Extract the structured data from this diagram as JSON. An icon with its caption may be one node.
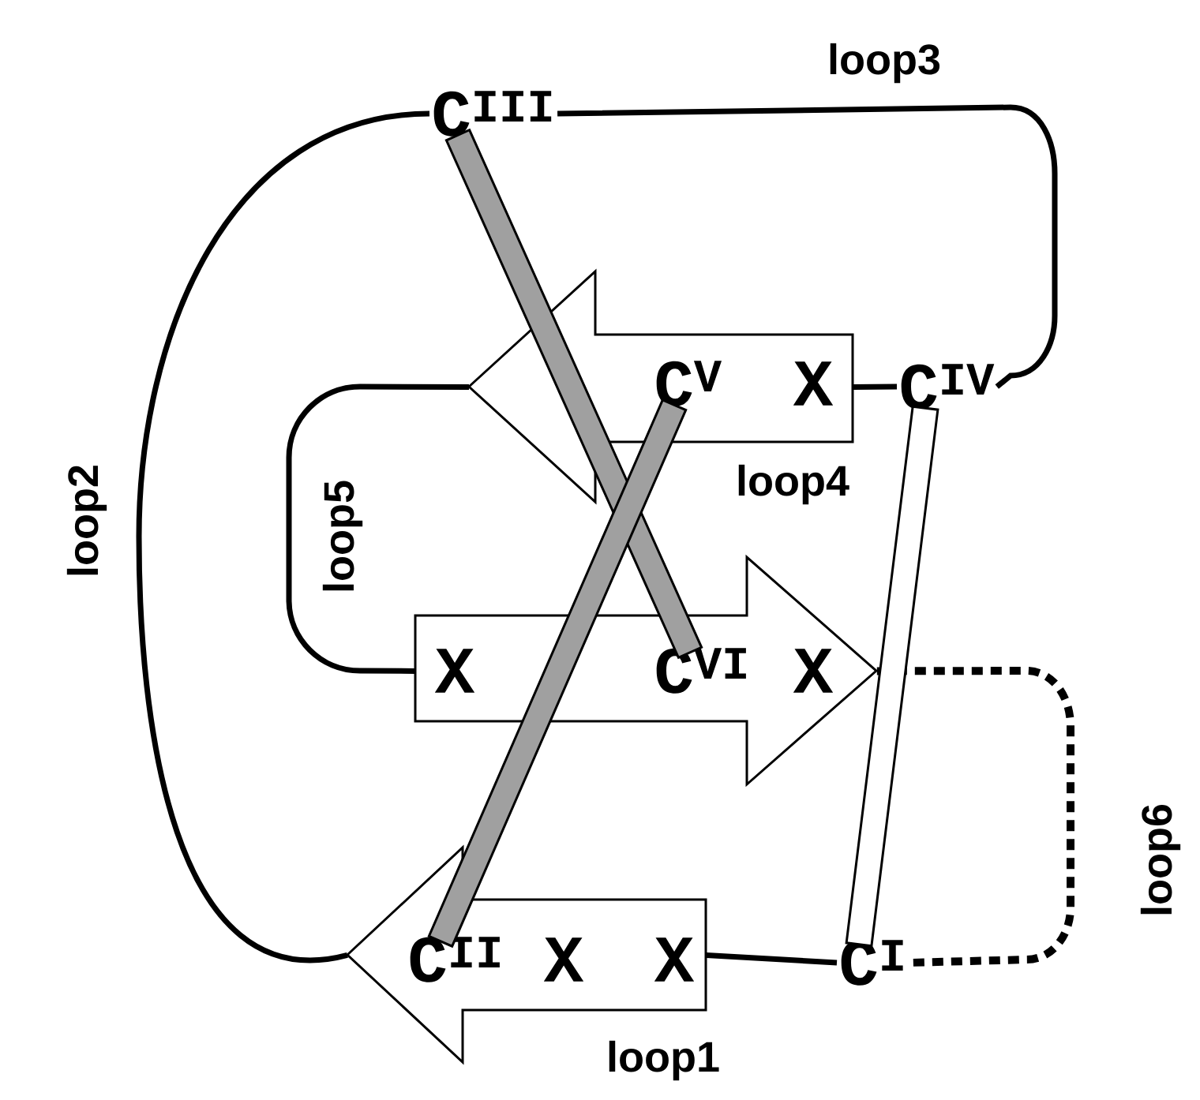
{
  "diagram": {
    "nodes": [
      {
        "text": [
          "C$^{III}$"
        ]
      },
      {
        "text": [
          "C$^{IV}$"
        ]
      },
      {
        "text": [
          "X"
        ]
      },
      {
        "text": [
          "C$^{V}$"
        ],
        "in": 2
      },
      {
        "text": [
          "X",
          "X"
        ]
      },
      {
        "text": [
          "C$^{VI}$"
        ],
        "in": 4
      },
      {
        "text": [
          "X",
          "X"
        ]
      },
      {
        "text": [
          "C$^{II}$"
        ],
        "in": 6
      },
      {
        "text": [
          "C$^{I}$"
        ]
      }
    ],
    "edges": [
      {
        "from": 0,
        "to": 1,
        "arrow": "none",
        "label": "loop3"
      },
      {
        "from": 0,
        "to": 6,
        "arrow": "none",
        "label": "loop2"
      },
      {
        "from": 1,
        "to": 2,
        "arrow": "none",
        "label": "loop4"
      },
      {
        "from": 2,
        "to": 4,
        "arrow": "none",
        "label": "loop5"
      },
      {
        "from": 4,
        "to": 8,
        "arrow": "none",
        "label": "loop6",
        "style": "dashed"
      },
      {
        "from": 6,
        "to": 8,
        "arrow": "none",
        "label": "loop1"
      },
      {
        "from": 0,
        "to": 5,
        "arrow": "none",
        "style": "thick",
        "color": "#a0a0a0"
      },
      {
        "from": 3,
        "to": 7,
        "arrow": "none",
        "style": "thick",
        "color": "#a0a0a0"
      },
      {
        "from": 1,
        "to": 8,
        "arrow": "none",
        "style": "thick",
        "color": "#ffffff"
      }
    ]
  }
}
